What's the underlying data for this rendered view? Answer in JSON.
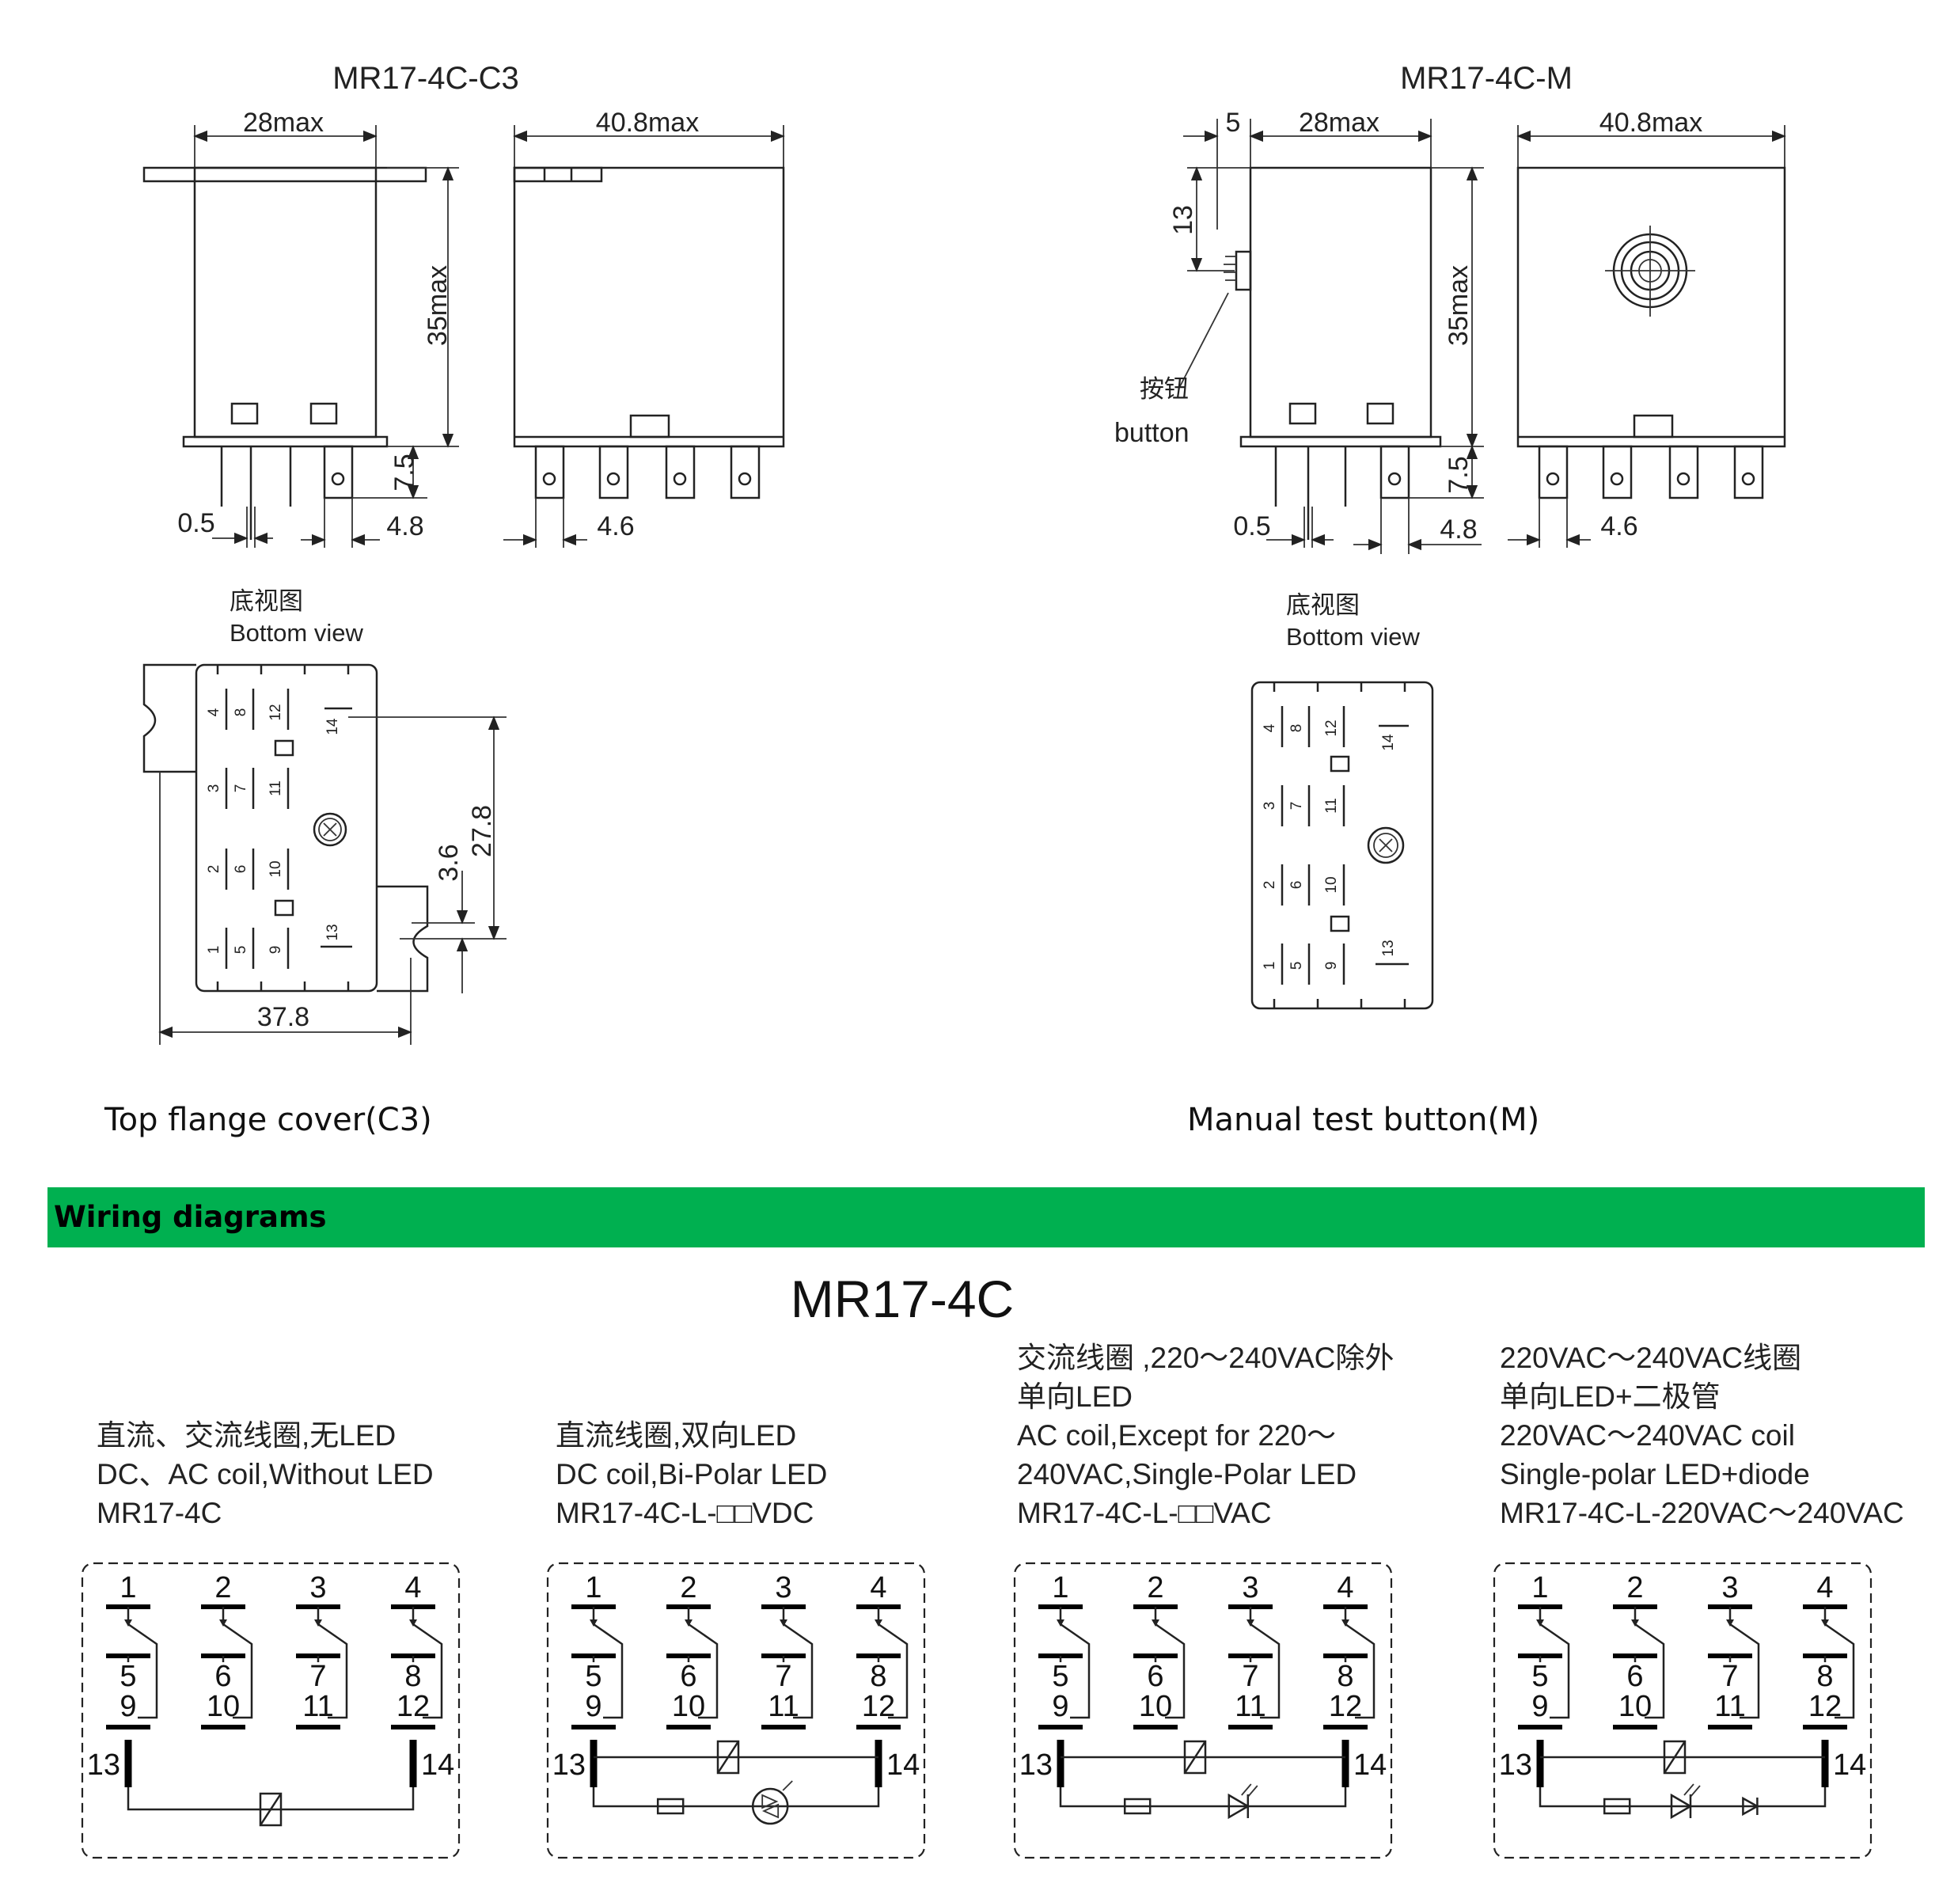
{
  "colors": {
    "section_bar": "#00b050",
    "line": "#222222"
  },
  "drawings": {
    "c3_title": "MR17-4C-C3",
    "m_title": "MR17-4C-M",
    "dim_28max": "28max",
    "dim_408max": "40.8max",
    "dim_35max": "35max",
    "dim_75": "7.5",
    "dim_05": "0.5",
    "dim_48": "4.8",
    "dim_46": "4.6",
    "dim_5": "5",
    "dim_13": "13",
    "button_cn": "按钮",
    "button_en": "button",
    "bottom_view_cn": "底视图",
    "bottom_view_en": "Bottom view",
    "dim_278": "27.8",
    "dim_36": "3.6",
    "dim_378": "37.8",
    "caption_c3": "Top flange cover(C3)",
    "caption_m": "Manual test button(M)"
  },
  "bottom_pins": [
    "1",
    "2",
    "3",
    "4",
    "5",
    "6",
    "7",
    "8",
    "9",
    "10",
    "11",
    "12",
    "13",
    "14"
  ],
  "section_title": "Wiring diagrams",
  "wiring_title": "MR17-4C",
  "terminals": {
    "top": [
      "1",
      "2",
      "3",
      "4"
    ],
    "mid": [
      "5",
      "6",
      "7",
      "8"
    ],
    "bot": [
      "9",
      "10",
      "11",
      "12"
    ],
    "coil": [
      "13",
      "14"
    ]
  },
  "variants": [
    {
      "lines": [
        "直流、交流线圈,无LED",
        "DC、AC coil,Without LED",
        "MR17-4C"
      ]
    },
    {
      "lines": [
        "直流线圈,双向LED",
        "DC coil,Bi-Polar LED",
        "MR17-4C-L-□□VDC"
      ]
    },
    {
      "lines": [
        "交流线圈 ,220～240VAC除外",
        "单向LED",
        "AC coil,Except for 220～",
        "240VAC,Single-Polar LED",
        "MR17-4C-L-□□VAC"
      ]
    },
    {
      "lines": [
        "220VAC～240VAC线圈",
        "单向LED+二极管",
        "220VAC～240VAC coil",
        "Single-polar LED+diode",
        "MR17-4C-L-220VAC～240VAC"
      ]
    }
  ]
}
